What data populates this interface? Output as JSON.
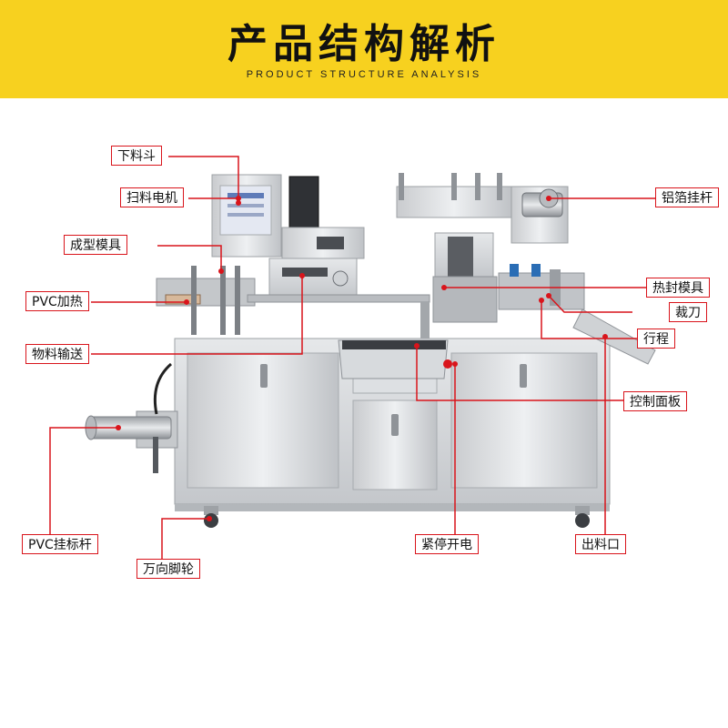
{
  "header": {
    "title": "产品结构解析",
    "subtitle": "PRODUCT STRUCTURE ANALYSIS",
    "background_color": "#f7d11f"
  },
  "accent_color": "#d9141b",
  "labels": {
    "hopper": "下料斗",
    "sweep_motor": "扫料电机",
    "forming_mold": "成型模具",
    "pvc_heating": "PVC加热",
    "material_feed": "物料输送",
    "pvc_rod": "PVC挂标杆",
    "caster": "万向脚轮",
    "emergency_stop": "紧停开电",
    "outlet": "出料口",
    "control_panel": "控制面板",
    "stroke": "行程",
    "cutter": "裁刀",
    "heat_seal_mold": "热封模具",
    "foil_rod": "铝箔挂杆"
  }
}
